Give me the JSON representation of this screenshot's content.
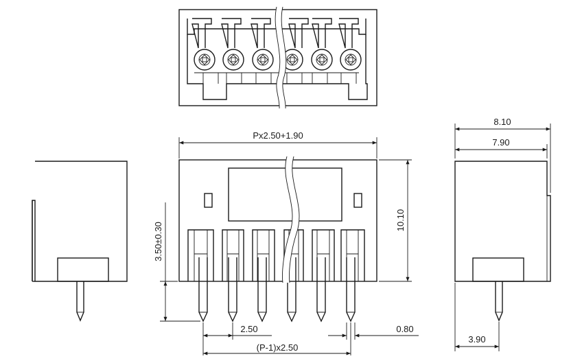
{
  "dimensions": {
    "total_length": "Px2.50+1.90",
    "height": "10.10",
    "pin_length": "3.50±0.30",
    "pitch": "2.50",
    "pitch_span": "(P-1)x2.50",
    "pin_width": "0.80",
    "side_depth_outer": "8.10",
    "side_depth_inner": "7.90",
    "side_pin_offset": "3.90"
  },
  "colors": {
    "line": "#1a1a1a",
    "background": "#ffffff"
  }
}
